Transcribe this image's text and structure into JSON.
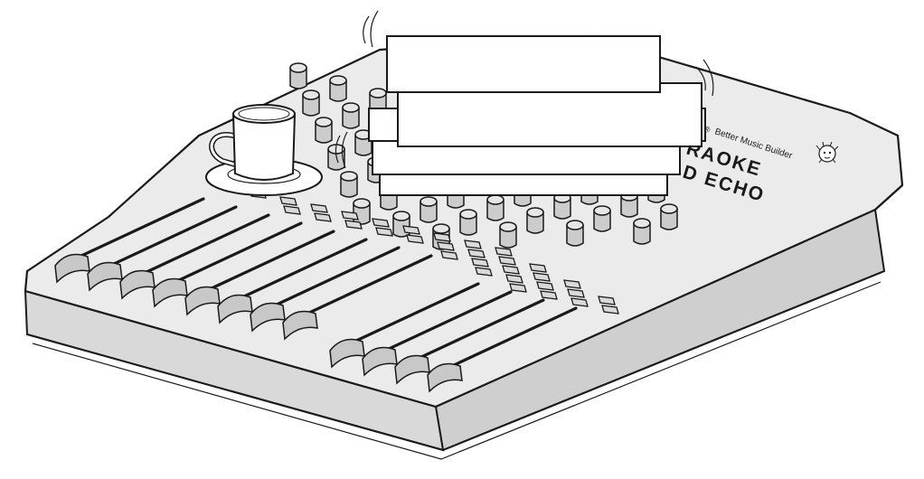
{
  "colors": {
    "outline": "#1a1a1a",
    "body_light": "#ebebeb",
    "body_mid": "#d9d9d9",
    "body_dark": "#cfcfcf",
    "knob": "#cccccc",
    "knob_top": "#e6e6e6",
    "fader_cap": "#c8c8c8",
    "white": "#ffffff"
  },
  "icons": {
    "logo": "beethoven-bust-icon",
    "cup": "coffee-cup-icon",
    "vibration": "vibration-arcs-icon"
  },
  "mixer": {
    "brand_tagline": "Better Music Builder",
    "brand_mark": "®",
    "label_line1": "RAOKE",
    "label_line2": "D ECHO",
    "fader_channels": 12,
    "knob_columns": 10
  }
}
